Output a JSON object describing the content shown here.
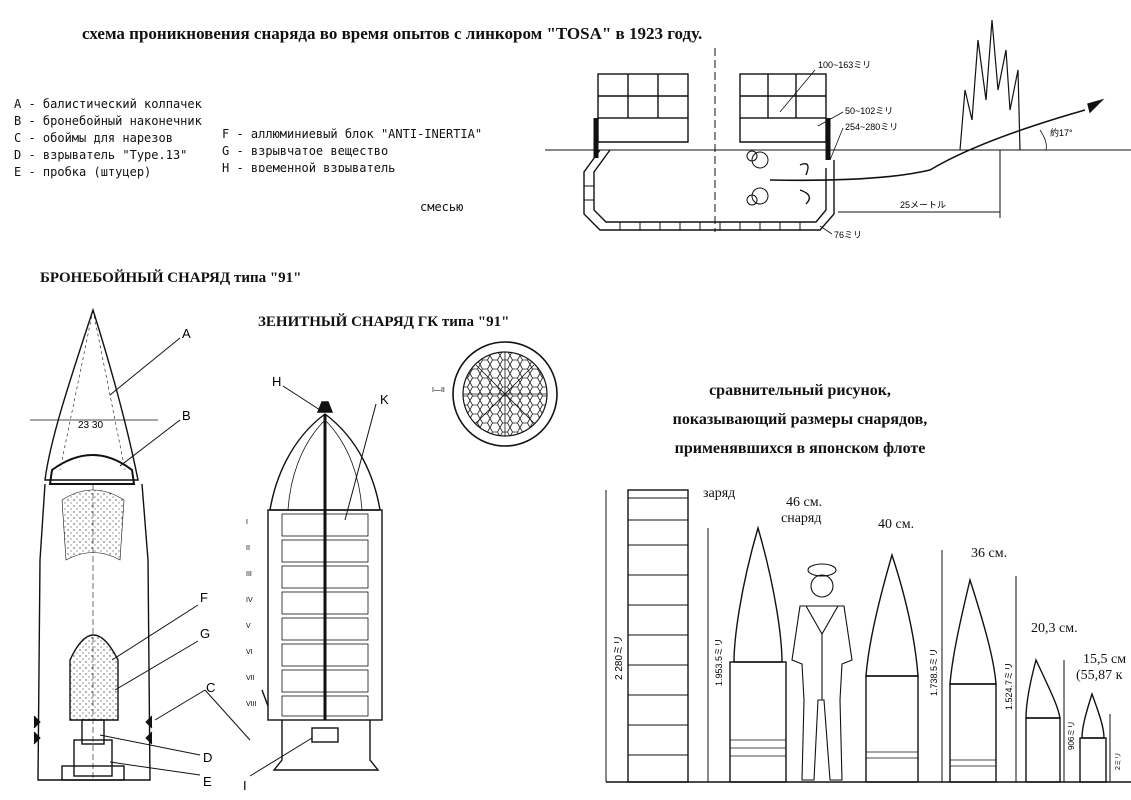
{
  "main_title": "схема проникновения снаряда во время опытов с линкором \"TOSA\" в 1923 году.",
  "legend_left": [
    "A - балистический колпачек",
    "B - бронебойный наконечник",
    "C - обоймы для нарезов",
    "D - взрыватель \"Type.13\"",
    "E - пробка (штуцер)"
  ],
  "legend_right": [
    "F - аллюминиевый блок \"ANTI-INERTIA\"",
    "G - взрывчатое вещество",
    "H - временной взрыватель"
  ],
  "legend_right_tail": "смесью",
  "tosa": {
    "dim_upper": "100~163ミリ",
    "dim_belt": "50~102ミリ",
    "dim_belt2": "254~280ミリ",
    "dim_bottom": "76ミリ",
    "distance": "25メートル",
    "angle": "約17°"
  },
  "ap_title": "БРОНЕБОЙНЫЙ СНАРЯД типа \"91\"",
  "aa_title": "ЗЕНИТНЫЙ СНАРЯД ГК типа \"91\"",
  "ap_dim": "23 30",
  "ap_labels": {
    "A": "A",
    "B": "B",
    "C": "C",
    "D": "D",
    "E": "E",
    "F": "F",
    "G": "G"
  },
  "aa_labels": {
    "H": "H",
    "K": "K",
    "I": "I",
    "section": "I—II"
  },
  "aa_roman": [
    "I",
    "II",
    "III",
    "IV",
    "V",
    "VI",
    "VII",
    "VIII"
  ],
  "comparison": {
    "title_lines": [
      "сравнительный рисунок,",
      "показывающий размеры снарядов,",
      "применявшихся в японском флоте"
    ],
    "charge_label": "заряд",
    "shell46": "46 см.",
    "shell46_sub": "снаряд",
    "shell40": "40 см.",
    "shell36": "36 см.",
    "shell203": "20,3 см.",
    "shell155": "15,5 см",
    "shell155_sub": "(55,87 к",
    "dim_charge": "2 280ミリ",
    "dim46": "1.953.5ミリ",
    "dim40": "1.738.5ミリ",
    "dim36": "1.524.7ミリ",
    "dim203": "906ミリ",
    "dim155": "2ミリ"
  }
}
